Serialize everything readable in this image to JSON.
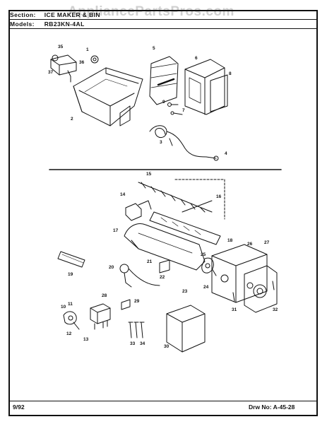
{
  "header": {
    "section_label": "Section:",
    "section_value": "ICE MAKER & BIN",
    "models_label": "Models:",
    "models_value": "RB23KN-4AL"
  },
  "watermark": "AppliancePartsPros.com",
  "footer": {
    "date": "9/92",
    "drawing_label": "Drw No:",
    "drawing_number": "A-45-28"
  },
  "callouts": [
    "1",
    "2",
    "3",
    "4",
    "5",
    "6",
    "7",
    "8",
    "9",
    "10",
    "11",
    "12",
    "13",
    "14",
    "15",
    "16",
    "17",
    "18",
    "19",
    "20",
    "21",
    "22",
    "23",
    "24",
    "25",
    "26",
    "27",
    "28",
    "29",
    "30",
    "31",
    "32",
    "33",
    "34",
    "35",
    "36",
    "37"
  ]
}
